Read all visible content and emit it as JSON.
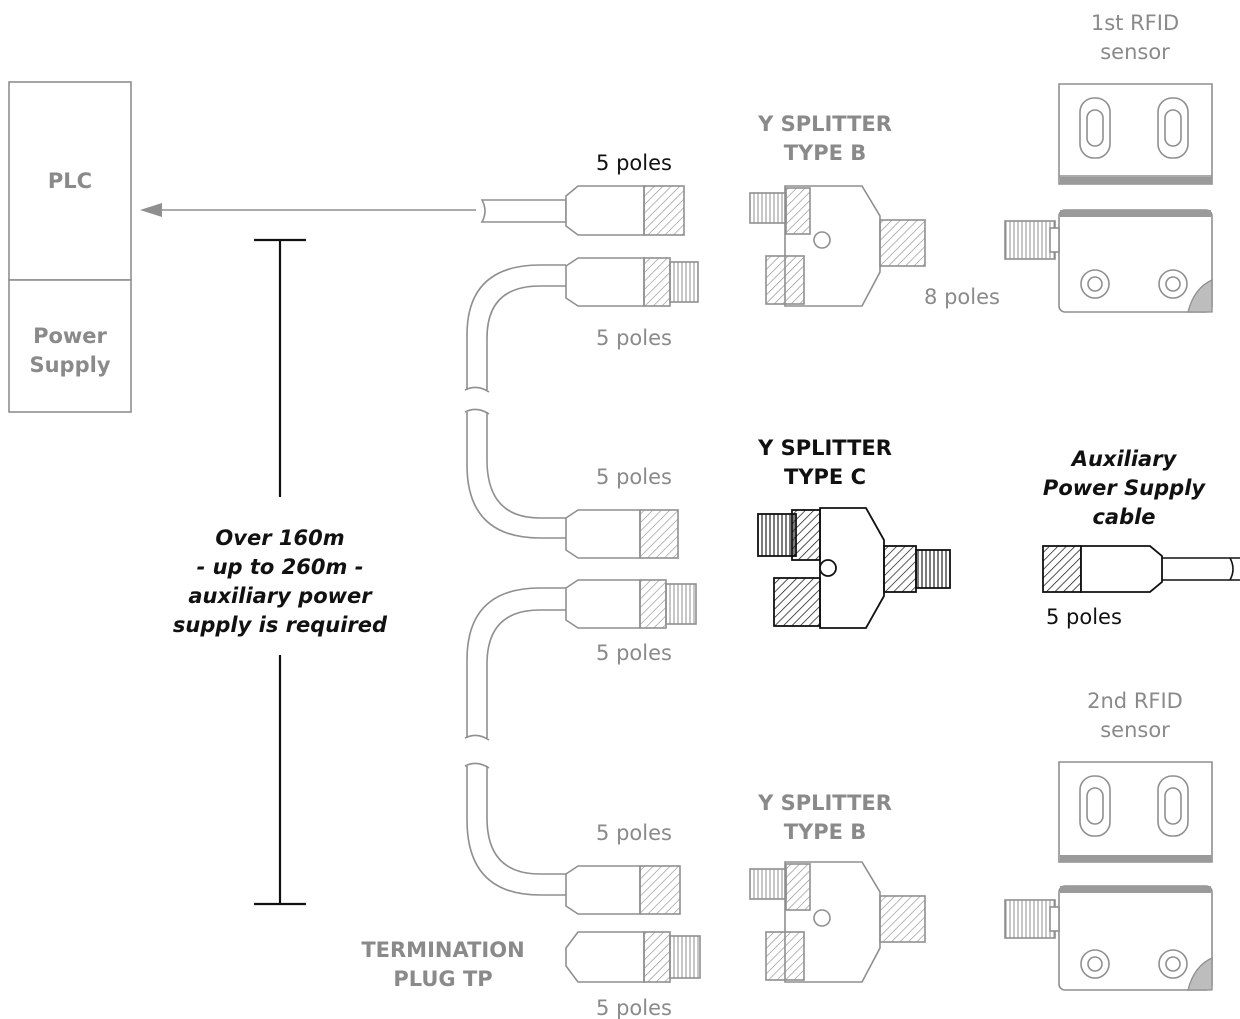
{
  "plc": {
    "label": "PLC"
  },
  "power_supply": {
    "line1": "Power",
    "line2": "Supply"
  },
  "distance_note": {
    "line1": "Over 160m",
    "line2": "- up to 260m -",
    "line3": "auxiliary power",
    "line4": "supply is required"
  },
  "poles": {
    "p1": "5 poles",
    "p2": "5 poles",
    "p3": "5 poles",
    "p4": "5 poles",
    "p5": "5 poles",
    "p6": "5 poles",
    "p7": "5 poles",
    "p8": "8 poles"
  },
  "splitter_top": {
    "line1": "Y SPLITTER",
    "line2": "TYPE B"
  },
  "splitter_mid": {
    "line1": "Y SPLITTER",
    "line2": "TYPE C"
  },
  "splitter_bot": {
    "line1": "Y SPLITTER",
    "line2": "TYPE B"
  },
  "sensor1": {
    "line1": "1st RFID",
    "line2": "sensor"
  },
  "sensor2": {
    "line1": "2nd RFID",
    "line2": "sensor"
  },
  "aux_cable": {
    "line1": "Auxiliary",
    "line2": "Power Supply",
    "line3": "cable",
    "poles": "5 poles"
  },
  "termination": {
    "line1": "TERMINATION",
    "line2": "PLUG TP",
    "poles": "5 poles"
  },
  "colors": {
    "grey": "#8f8f8f",
    "dark": "#111111"
  }
}
